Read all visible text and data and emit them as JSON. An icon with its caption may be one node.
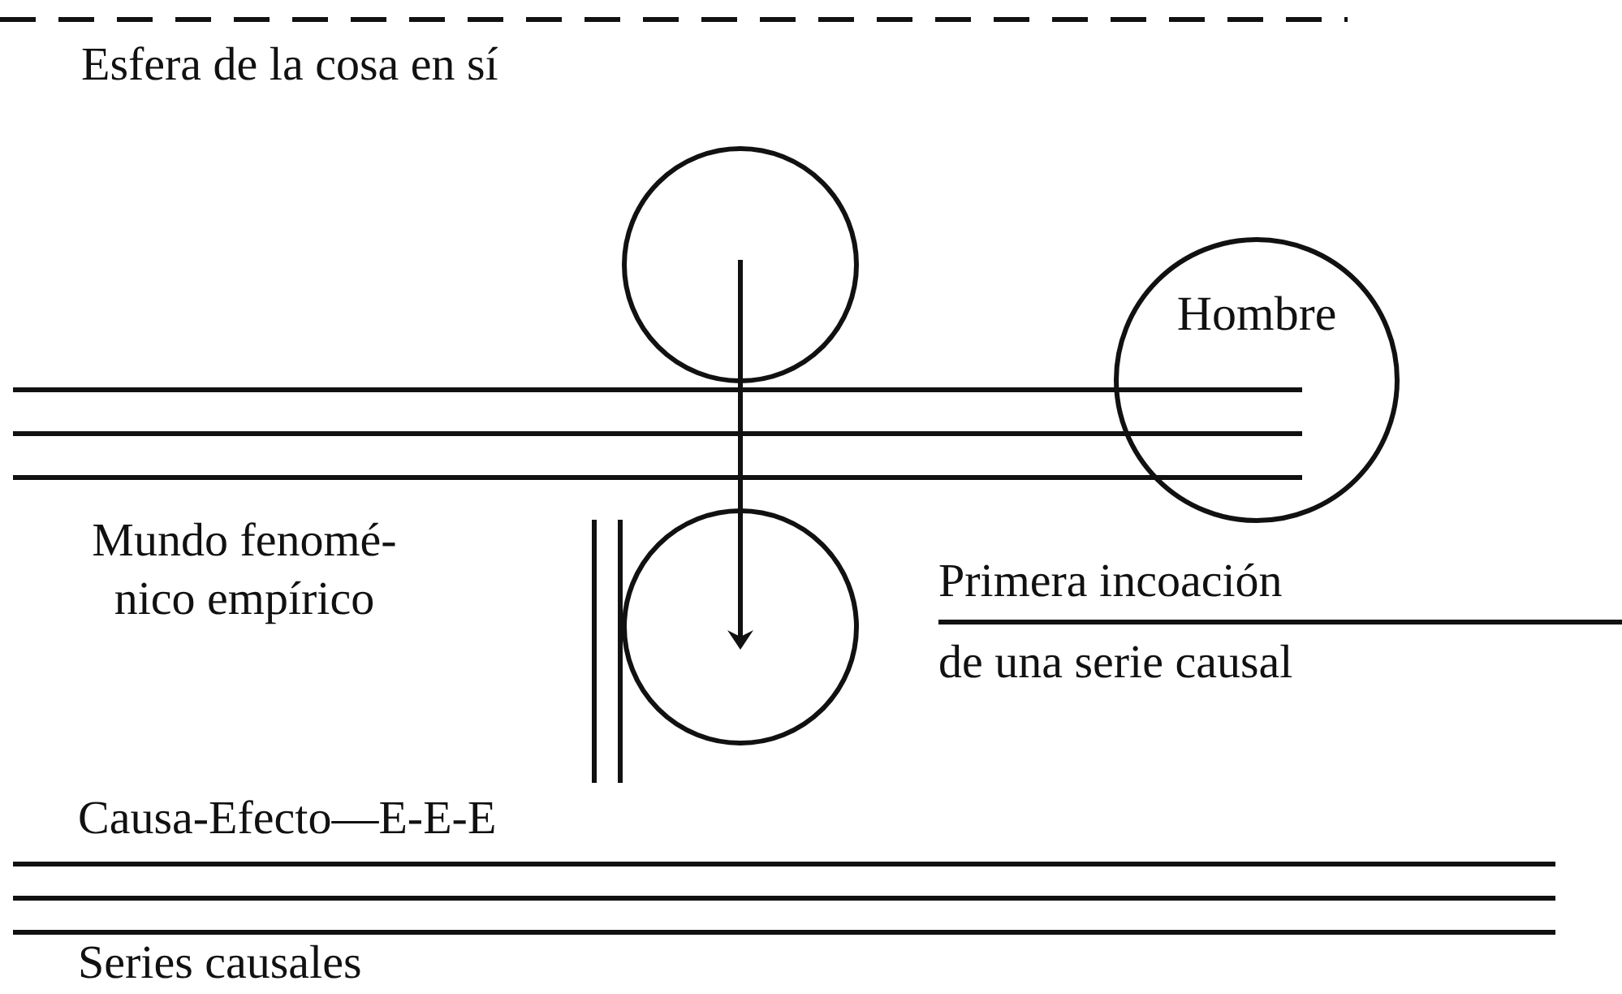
{
  "diagram": {
    "nodes": [
      {
        "text": [],
        "shape": "circle"
      },
      {
        "text": [],
        "shape": "circle"
      },
      {
        "text": [
          "Hombre"
        ]
      }
    ],
    "edges": [
      {
        "from": 0,
        "to": 1,
        "arrow": "to"
      }
    ],
    "labels": [
      "Esfera de la cosa en sí",
      "Mundo fenomé- nico empírico",
      "Primera incoación",
      "de una serie causal",
      "Causa-Efecto—E-E-E",
      "Series causales"
    ]
  }
}
